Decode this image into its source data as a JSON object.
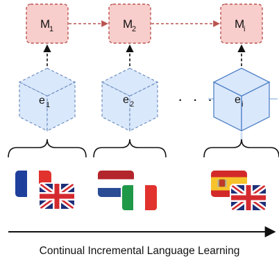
{
  "models": [
    {
      "base": "M",
      "sub": "1"
    },
    {
      "base": "M",
      "sub": "2"
    },
    {
      "base": "M",
      "sub": "i"
    }
  ],
  "embeddings": [
    {
      "base": "e",
      "sub": "1"
    },
    {
      "base": "e",
      "sub": "2"
    },
    {
      "base": "e",
      "sub": "i"
    }
  ],
  "ellipsis": "· · · ·",
  "flag_groups": [
    {
      "languages": [
        "French",
        "English (UK)"
      ],
      "icons": [
        "france-flag-icon",
        "uk-flag-icon"
      ]
    },
    {
      "languages": [
        "Dutch",
        "Italian"
      ],
      "icons": [
        "netherlands-flag-icon",
        "italy-flag-icon"
      ]
    },
    {
      "languages": [
        "Spanish",
        "English (UK)"
      ],
      "icons": [
        "spain-flag-icon",
        "uk-flag-icon"
      ]
    }
  ],
  "caption": "Continual Incremental Language Learning",
  "colors": {
    "model_fill": "#f8cecc",
    "model_stroke": "#b85450",
    "model_arrow": "#b85450",
    "cube_fill": "#dae8fc",
    "cube_stroke": "#6c8ebf",
    "cube_active_stroke": "#4f81c7"
  }
}
